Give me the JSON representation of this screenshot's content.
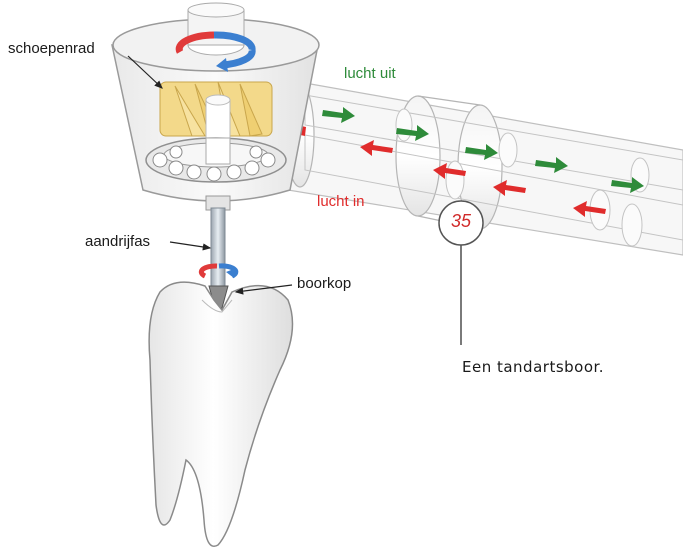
{
  "labels": {
    "impeller": "schoepenrad",
    "air_out": "lucht uit",
    "air_in": "lucht in",
    "drive_shaft": "aandrijfas",
    "drill_head": "boorkop"
  },
  "figure": {
    "number": "35",
    "caption": "Een tandartsboor."
  },
  "colors": {
    "air_out": "#2e8b3a",
    "air_in": "#e02c2c",
    "rotation_red": "#e03a3a",
    "rotation_blue": "#3b7fd0",
    "impeller": "#f3d98a"
  }
}
